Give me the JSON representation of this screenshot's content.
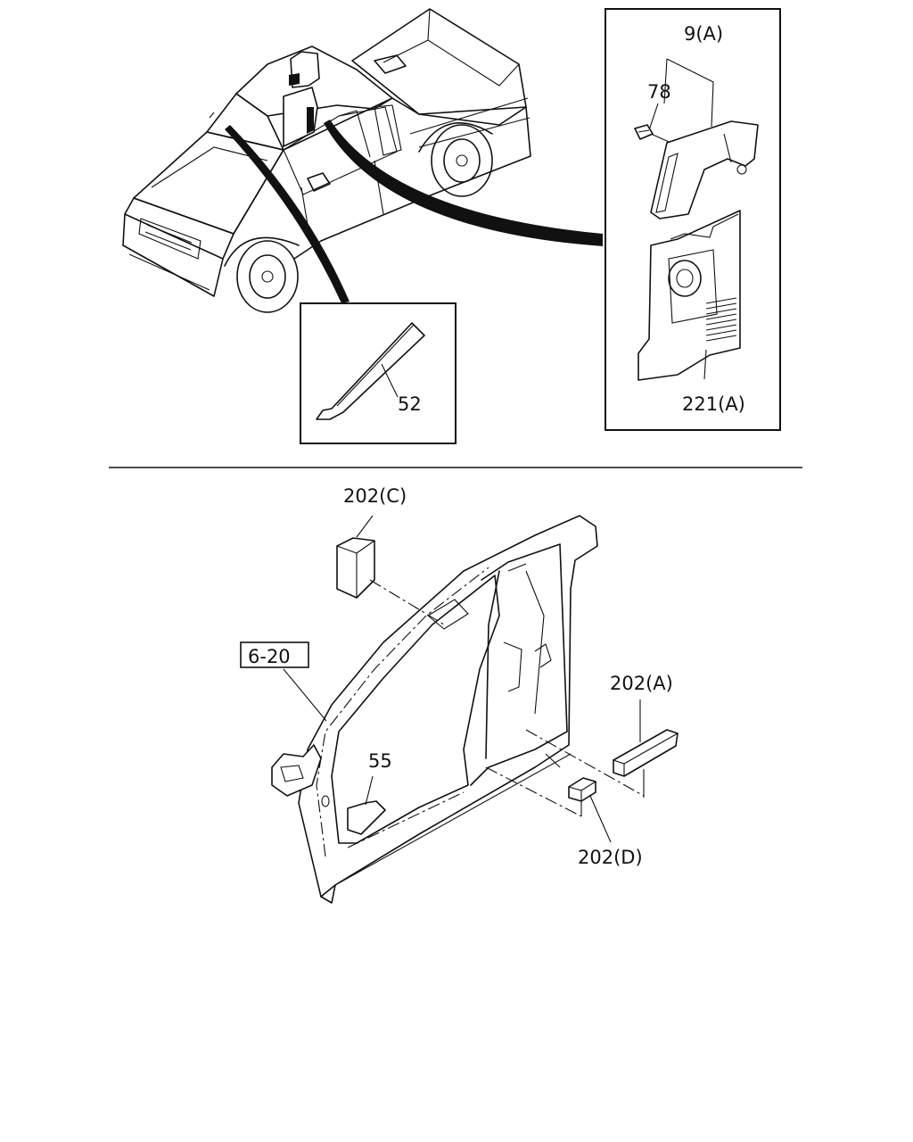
{
  "callouts": {
    "c9a": "9(A)",
    "c78": "78",
    "c221a": "221(A)",
    "c52": "52",
    "c202c": "202(C)",
    "c620": "6-20",
    "c202a": "202(A)",
    "c55": "55",
    "c202d": "202(D)"
  }
}
